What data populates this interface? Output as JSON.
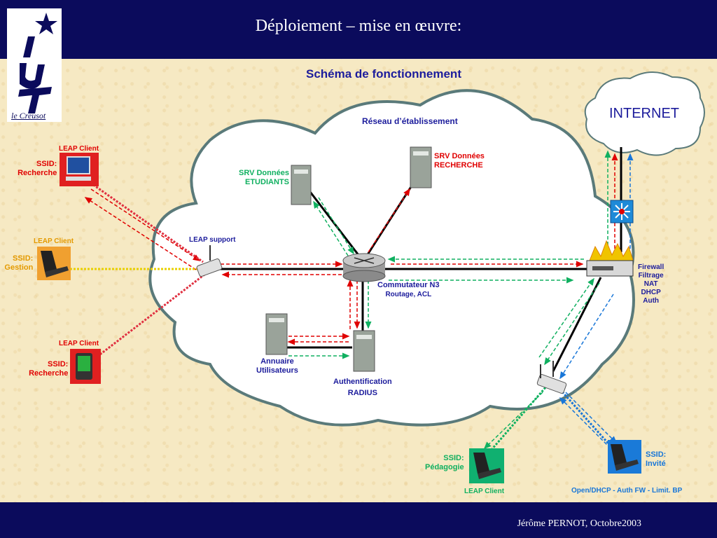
{
  "slide_title": "Déploiement – mise en œuvre:",
  "subtitle": "Schéma de fonctionnement",
  "footer": "Jérôme PERNOT,  Octobre2003",
  "logo": {
    "text": "le Creusot"
  },
  "cloud_internet": "INTERNET",
  "cloud_lan": "Réseau d’établissement",
  "srv_etudiants": [
    "SRV Données",
    "ETUDIANTS"
  ],
  "srv_recherche": [
    "SRV Données",
    "RECHERCHE"
  ],
  "leap_support": "LEAP support",
  "switch": [
    "Commutateur N3",
    "Routage, ACL"
  ],
  "firewall": [
    "Firewall",
    "Filtrage",
    "NAT",
    "DHCP",
    "Auth"
  ],
  "annuaire": [
    "Annuaire",
    "Utilisateurs"
  ],
  "radius": [
    "Authentification",
    "RADIUS"
  ],
  "client_top": {
    "caption": "LEAP Client",
    "ssid": [
      "SSID:",
      "Recherche"
    ]
  },
  "client_mid": {
    "caption": "LEAP Client",
    "ssid": [
      "SSID:",
      "Gestion"
    ]
  },
  "client_bot": {
    "caption": "LEAP Client",
    "ssid": [
      "SSID:",
      "Recherche"
    ]
  },
  "client_peda": {
    "caption": "LEAP Client",
    "ssid": [
      "SSID:",
      "Pédagogie"
    ]
  },
  "client_invite": {
    "ssid": [
      "SSID:",
      "Invité"
    ],
    "note": "Open/DHCP  -  Auth FW  -  Limit. BP"
  },
  "colors": {
    "red": "#e00000",
    "navy": "#1c1c9c",
    "green": "#10b060",
    "blue": "#1876d8",
    "orange": "#e49a00",
    "bar": "#0b0b5c"
  }
}
